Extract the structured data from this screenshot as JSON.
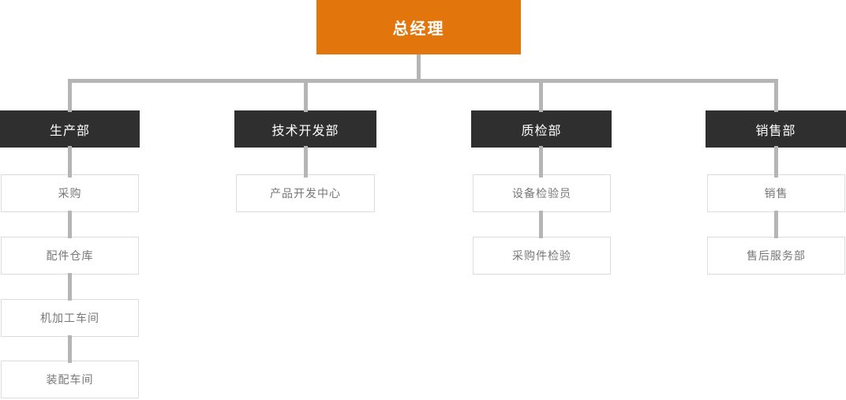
{
  "org_chart": {
    "root": {
      "label": "总经理"
    },
    "departments": [
      {
        "label": "生产部",
        "children": [
          "采购",
          "配件仓库",
          "机加工车间",
          "装配车间"
        ]
      },
      {
        "label": "技术开发部",
        "children": [
          "产品开发中心"
        ]
      },
      {
        "label": "质检部",
        "children": [
          "设备检验员",
          "采购件检验"
        ]
      },
      {
        "label": "销售部",
        "children": [
          "销售",
          "售后服务部"
        ]
      }
    ],
    "colors": {
      "root_bg": "#e2750c",
      "department_bg": "#2f2f2f",
      "connector": "#b5b5b5",
      "child_border": "#dcdcdc",
      "child_text": "#777777"
    }
  }
}
